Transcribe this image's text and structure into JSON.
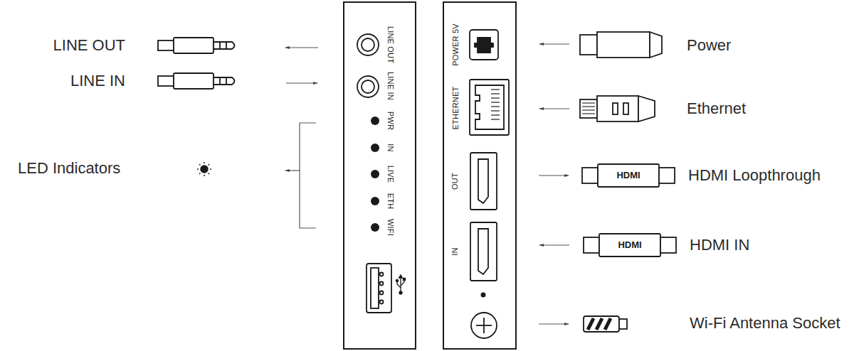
{
  "diagram": {
    "nodes": [
      {
        "text": [
          "LINE OUT",
          "LINE IN",
          "PWR",
          "IN",
          "LIVE",
          "ETH",
          "WIFI"
        ]
      },
      {
        "text": [
          "POWER 5V",
          "ETHERNET",
          "OUT",
          "IN"
        ]
      }
    ],
    "labels": [
      "LINE OUT",
      "LINE IN",
      "LED Indicators",
      "Power",
      "Ethernet",
      "HDMI",
      "HDMI Loopthrough",
      "HDMI",
      "HDMI IN",
      "Wi-Fi Antenna Socket"
    ]
  }
}
